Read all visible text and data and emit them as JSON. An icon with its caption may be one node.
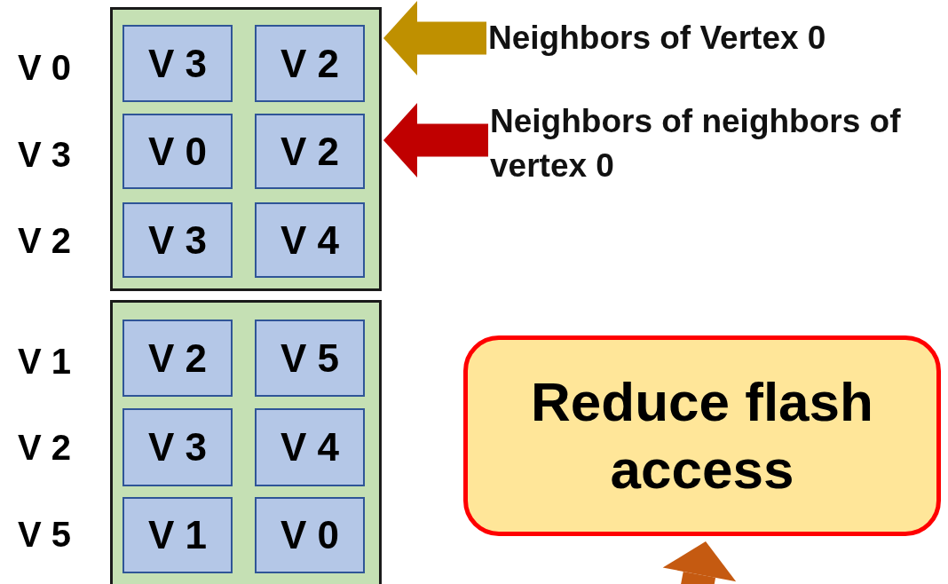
{
  "diagram": {
    "nodes": [
      {
        "text": [],
        "shape": "box"
      },
      {
        "text": [
          "V 3"
        ],
        "in": 0
      },
      {
        "text": [
          "V 2"
        ],
        "in": 0
      },
      {
        "text": [
          "V 0"
        ],
        "in": 0
      },
      {
        "text": [
          "V 2"
        ],
        "in": 0
      },
      {
        "text": [
          "V 3"
        ],
        "in": 0
      },
      {
        "text": [
          "V 4"
        ],
        "in": 0
      },
      {
        "text": [],
        "shape": "box"
      },
      {
        "text": [
          "V 2"
        ],
        "in": 7
      },
      {
        "text": [
          "V 5"
        ],
        "in": 7
      },
      {
        "text": [
          "V 3"
        ],
        "in": 7
      },
      {
        "text": [
          "V 4"
        ],
        "in": 7
      },
      {
        "text": [
          "V 1"
        ],
        "in": 7
      },
      {
        "text": [
          "V 0"
        ],
        "in": 7
      },
      {
        "text": [
          "Neighbors of Vertex 0"
        ]
      },
      {
        "text": [
          "Neighbors of neighbors of vertex 0"
        ]
      },
      {
        "text": [
          "Reduce flash access"
        ]
      }
    ],
    "edges": [
      {
        "from": 14,
        "to": 0,
        "arrow": "to",
        "color": "#bf9000"
      },
      {
        "from": 15,
        "to": 0,
        "arrow": "to",
        "color": "#c00000"
      },
      {
        "from": null,
        "to": 16,
        "arrow": "to",
        "color": "#c55a11"
      }
    ],
    "labels": [
      "V 0",
      "V 3",
      "V 2",
      "V 1",
      "V 2",
      "V 5"
    ]
  }
}
